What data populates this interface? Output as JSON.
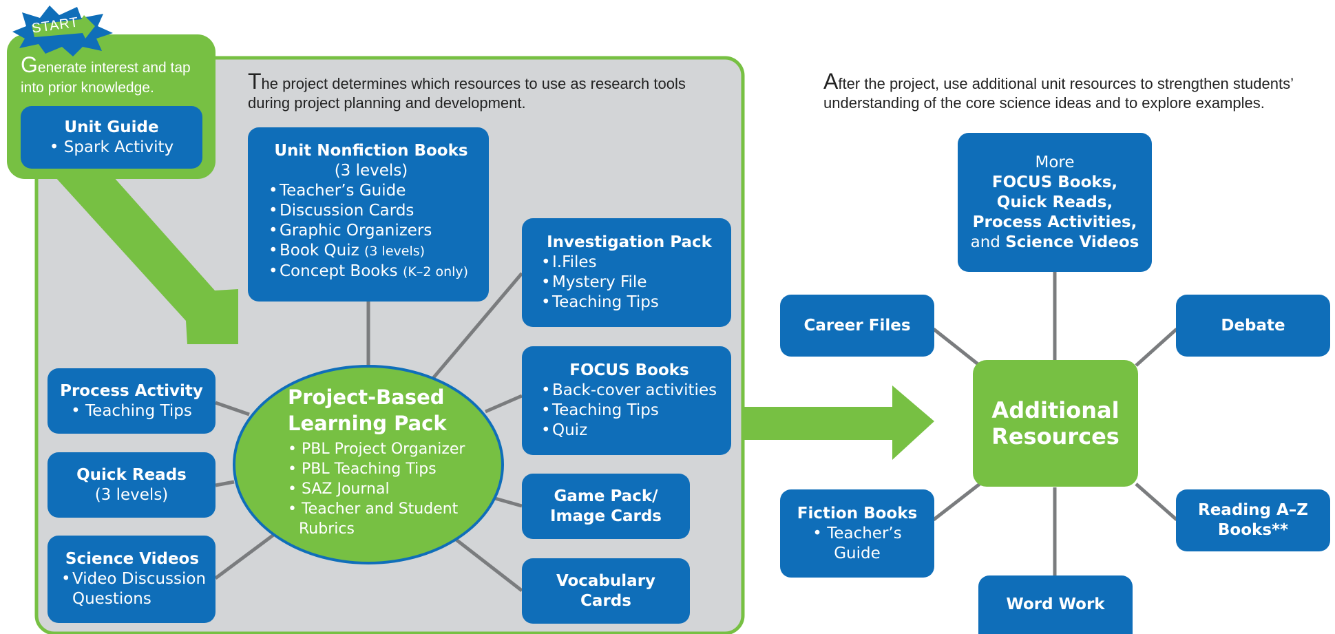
{
  "start": {
    "badge": "START",
    "text_cap": "G",
    "text": "enerate interest and tap into prior knowledge."
  },
  "unit_guide": {
    "title": "Unit Guide",
    "items": [
      "Spark Activity"
    ]
  },
  "project_note": {
    "cap": "T",
    "text": "he project determines which resources to use as research tools during project planning and development."
  },
  "after_note": {
    "cap": "A",
    "text": "fter the project, use additional unit resources to strengthen students’ understanding of the core science ideas and to explore examples."
  },
  "nonfiction": {
    "title": "Unit Nonfiction Books",
    "subtitle": "(3 levels)",
    "items": [
      "Teacher’s Guide",
      "Discussion Cards",
      "Graphic Organizers"
    ],
    "quiz_main": "Book Quiz ",
    "quiz_small": "(3 levels)",
    "concept_main": "Concept Books ",
    "concept_small": "(K–2 only)"
  },
  "investigation": {
    "title": "Investigation Pack",
    "items": [
      "I.Files",
      "Mystery File",
      "Teaching Tips"
    ]
  },
  "focus": {
    "title": "FOCUS Books",
    "items": [
      "Back-cover activities",
      "Teaching Tips",
      "Quiz"
    ]
  },
  "game_pack": {
    "line1": "Game Pack/",
    "line2": "Image Cards"
  },
  "vocab": {
    "line1": "Vocabulary",
    "line2": "Cards"
  },
  "process": {
    "title": "Process Activity",
    "items": [
      "Teaching Tips"
    ]
  },
  "quick_reads": {
    "title": "Quick Reads",
    "subtitle": "(3 levels)"
  },
  "videos": {
    "title": "Science Videos",
    "items": [
      "Video Discussion Questions"
    ]
  },
  "pbl": {
    "title1": "Project-Based",
    "title2": "Learning Pack",
    "items": [
      "PBL Project Organizer",
      "PBL Teaching Tips",
      "SAZ Journal",
      "Teacher and Student Rubrics"
    ]
  },
  "more": {
    "l1": "More",
    "l2": "FOCUS Books,",
    "l3": "Quick Reads,",
    "l4": "Process Activities,",
    "l5a": "and ",
    "l5b": "Science Videos"
  },
  "career": {
    "title": "Career Files"
  },
  "debate": {
    "title": "Debate"
  },
  "additional": {
    "line1": "Additional",
    "line2": "Resources"
  },
  "fiction": {
    "title": "Fiction Books",
    "items": [
      "Teacher’s Guide"
    ]
  },
  "raz": {
    "line1": "Reading A–Z",
    "line2": "Books**"
  },
  "word_work": {
    "title": "Word Work"
  },
  "colors": {
    "blue": "#0f6eb9",
    "green": "#77c043",
    "gray_panel": "#d3d5d7",
    "connector": "#7a7c7e"
  }
}
